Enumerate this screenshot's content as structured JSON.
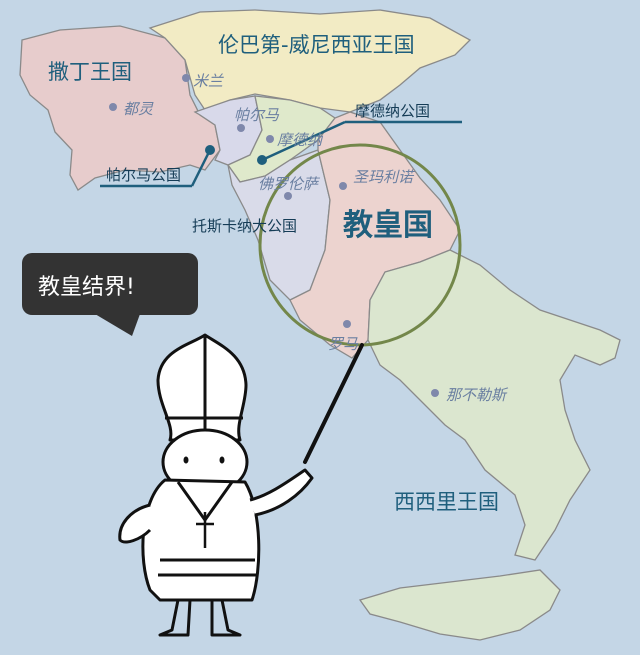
{
  "regions": {
    "sardinia": "撒丁王国",
    "lombardy_venetia": "伦巴第-威尼西亚王国",
    "papal_states": "教皇国",
    "two_sicilies": "西西里王国"
  },
  "cities": {
    "milan": "米兰",
    "turin": "都灵",
    "parma": "帕尔马",
    "modena": "摩德纳",
    "florence": "佛罗伦萨",
    "san_marino": "圣玛利诺",
    "rome": "罗马",
    "naples": "那不勒斯"
  },
  "callouts": {
    "modena_duchy": "摩德纳公国",
    "parma_duchy": "帕尔马公国",
    "tuscany": "托斯卡纳大公国"
  },
  "speech_bubble": "教皇结界!",
  "colors": {
    "sea": "#c4d6e6",
    "sardinia": "#e7cccc",
    "lombardy_venetia": "#f2ebc4",
    "parma_modena": "#d8d9ea",
    "modena_core": "#dfe9cb",
    "tuscany": "#d9dbe9",
    "papal_states": "#ecd3cf",
    "two_sicilies": "#dbe6cf",
    "circle": "#73874a",
    "dot": "#7f88ab",
    "accent": "#1f5f7d"
  }
}
